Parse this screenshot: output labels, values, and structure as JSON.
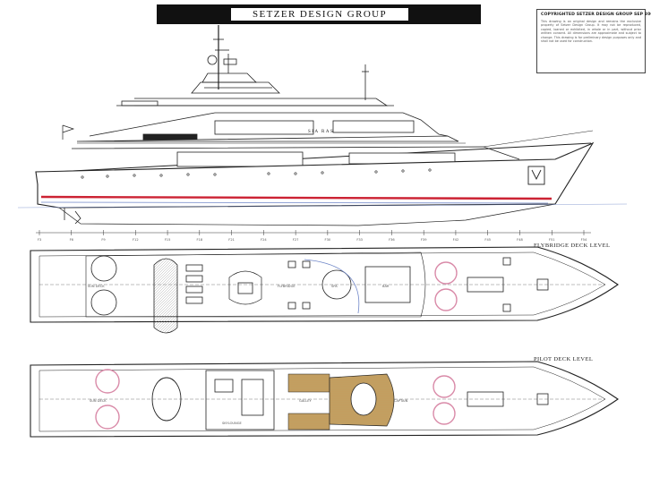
{
  "header": {
    "title": "SETZER DESIGN GROUP"
  },
  "copyright": {
    "title": "COPYRIGHTED SETZER DESIGN GROUP SEP 2008 ©",
    "body": "This drawing is an original design and remains the exclusive property of Setzer Design Group. It may not be reproduced, copied, loaned or exhibited, in whole or in part, without prior written consent. All dimensions are approximate and subject to change. This drawing is for preliminary design purposes only and shall not be used for construction."
  },
  "profile": {
    "boat_name": "SIA RAS"
  },
  "decks": {
    "flybridge": {
      "label": "FLYBRIDGE DECK LEVEL",
      "rooms": {
        "sun_deck": "SUN DECK",
        "flybridge": "FLYBRIDGE",
        "bar": "BAR",
        "spa": "SPA"
      }
    },
    "pilot": {
      "label": "PILOT DECK LEVEL",
      "rooms": {
        "sun_deck": "SUN DECK",
        "skylounge": "SKYLOUNGE",
        "galley": "GALLEY",
        "captain": "CAPTAIN"
      }
    }
  },
  "frames": [
    "F3",
    "F6",
    "F9",
    "F12",
    "F15",
    "F18",
    "F21",
    "F24",
    "F27",
    "F30",
    "F33",
    "F36",
    "F39",
    "F42",
    "F45",
    "F48",
    "F51",
    "F54"
  ],
  "colors": {
    "ink": "#222222",
    "waterline": "#cc2233",
    "wood": "#c9a566",
    "pink": "#d98aa8",
    "blue": "#6f86c8"
  }
}
